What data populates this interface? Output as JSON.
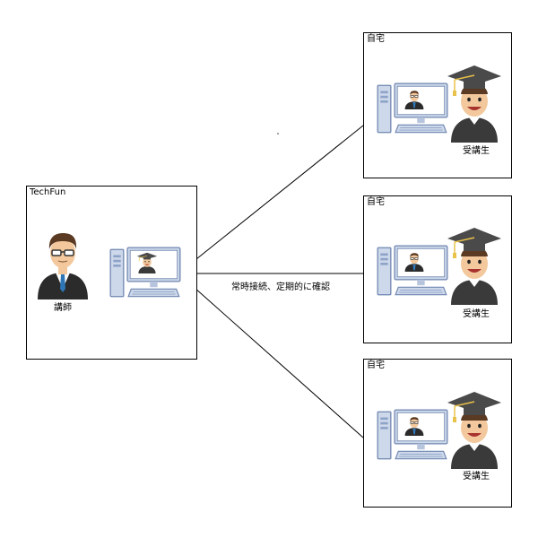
{
  "hub": {
    "box_title": "TechFun",
    "instructor_label": "講師",
    "icons": [
      "instructor-avatar-icon",
      "computer-with-student-icon"
    ]
  },
  "connection_label": "常時接続、定期的に確認",
  "homes": [
    {
      "box_title": "自宅",
      "student_label": "受講生",
      "icons": [
        "computer-with-instructor-icon",
        "graduate-student-icon"
      ]
    },
    {
      "box_title": "自宅",
      "student_label": "受講生",
      "icons": [
        "computer-with-instructor-icon",
        "graduate-student-icon"
      ]
    },
    {
      "box_title": "自宅",
      "student_label": "受講生",
      "icons": [
        "computer-with-instructor-icon",
        "graduate-student-icon"
      ]
    }
  ],
  "colors": {
    "line": "#000000",
    "computer_body": "#cdd8ea",
    "computer_outline": "#6f86b0",
    "screen_border": "#6f86b0",
    "suit": "#2b2b2b",
    "tie": "#2f76b6",
    "skin": "#f2c89c",
    "hair": "#5a3a22",
    "cap": "#4a4a4a",
    "tassel": "#e9c24a",
    "gown": "#3a3a3a"
  }
}
